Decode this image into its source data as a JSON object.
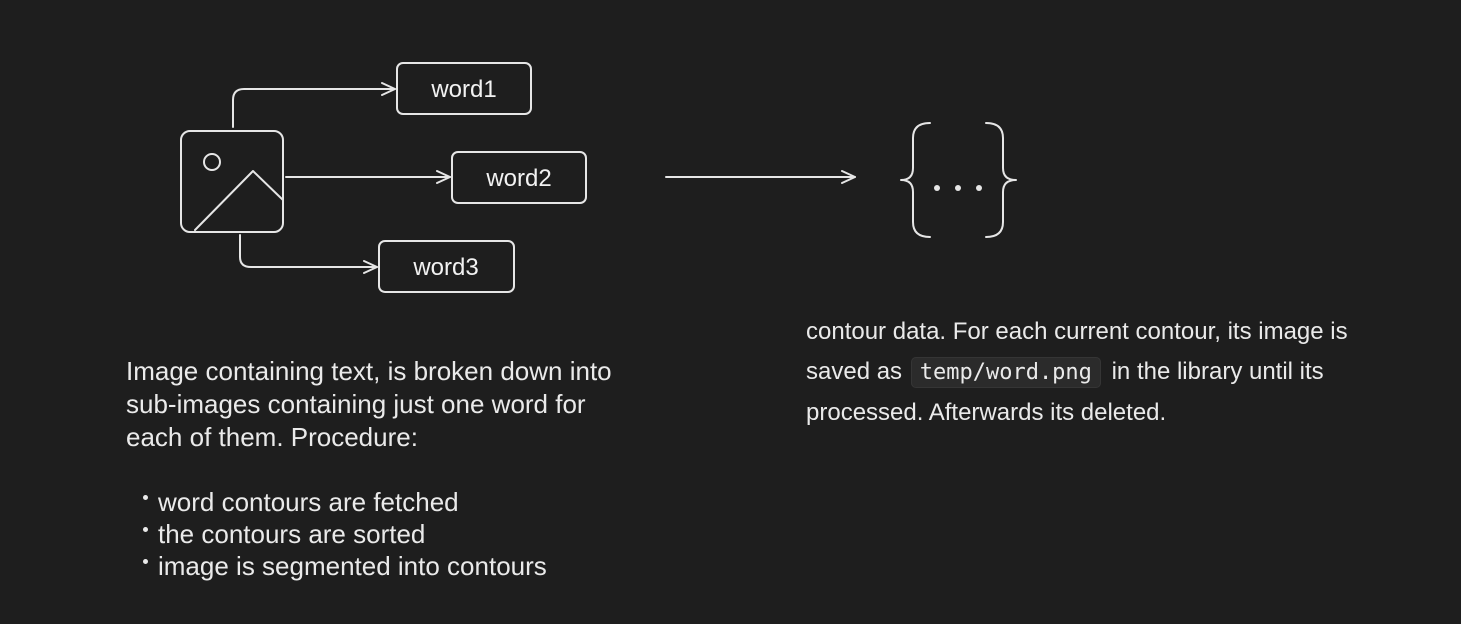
{
  "diagram": {
    "words": [
      "word1",
      "word2",
      "word3"
    ]
  },
  "left_text": {
    "paragraph": "Image containing text, is broken down into sub-images containing just one word for each of them. Procedure:",
    "steps": [
      "word contours are fetched",
      "the contours are sorted",
      "image is segmented into contours"
    ]
  },
  "right_text": {
    "before_code": "contour data. For each current contour, its image is saved as",
    "code": "temp/word.png",
    "after_code": "in the library until its processed. Afterwards its deleted."
  },
  "colors": {
    "background": "#1e1e1e",
    "stroke": "#e6e6e6",
    "text": "#eaeaea"
  }
}
